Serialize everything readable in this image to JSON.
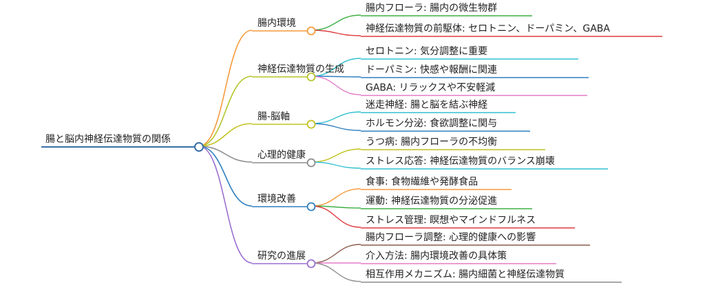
{
  "root": {
    "label": "腸と脳内神経伝達物質の関係",
    "color": "#3a6ea5"
  },
  "branches": [
    {
      "label": "腸内環境",
      "color": "#f59a3c",
      "children": [
        {
          "label": "腸内フローラ: 腸内の微生物群",
          "color": "#3cb043"
        },
        {
          "label": "神経伝達物質の前駆体: セロトニン、ドーパミン、GABA",
          "color": "#e0393e"
        }
      ]
    },
    {
      "label": "神経伝達物質の生成",
      "color": "#b5c42a",
      "children": [
        {
          "label": "セロトニン: 気分調整に重要",
          "color": "#31c0cf"
        },
        {
          "label": "ドーパミン: 快感や報酬に関連",
          "color": "#2f7fc0"
        },
        {
          "label": "GABA: リラックスや不安軽減",
          "color": "#e57ac8"
        }
      ]
    },
    {
      "label": "腸-脳軸",
      "color": "#c2c21e",
      "children": [
        {
          "label": "迷走神経: 腸と脳を結ぶ神経",
          "color": "#31c0cf"
        },
        {
          "label": "ホルモン分泌: 食欲調整に関与",
          "color": "#2f7fc0"
        }
      ]
    },
    {
      "label": "心理的健康",
      "color": "#8c8c8c",
      "children": [
        {
          "label": "うつ病: 腸内フローラの不均衡",
          "color": "#c2c21e"
        },
        {
          "label": "ストレス応答: 神経伝達物質のバランス崩壊",
          "color": "#31c0cf"
        }
      ]
    },
    {
      "label": "環境改善",
      "color": "#2f7fc0",
      "children": [
        {
          "label": "食事: 食物繊維や発酵食品",
          "color": "#f59a3c"
        },
        {
          "label": "運動: 神経伝達物質の分泌促進",
          "color": "#3cb043"
        },
        {
          "label": "ストレス管理: 瞑想やマインドフルネス",
          "color": "#e0393e"
        }
      ]
    },
    {
      "label": "研究の進展",
      "color": "#9a6fd0",
      "children": [
        {
          "label": "腸内フローラ調整: 心理的健康への影響",
          "color": "#8c5a4a"
        },
        {
          "label": "介入方法: 腸内環境改善の具体策",
          "color": "#e57ac8"
        },
        {
          "label": "相互作用メカニズム: 腸内細菌と神経伝達物質",
          "color": "#8c8c8c"
        }
      ]
    }
  ]
}
